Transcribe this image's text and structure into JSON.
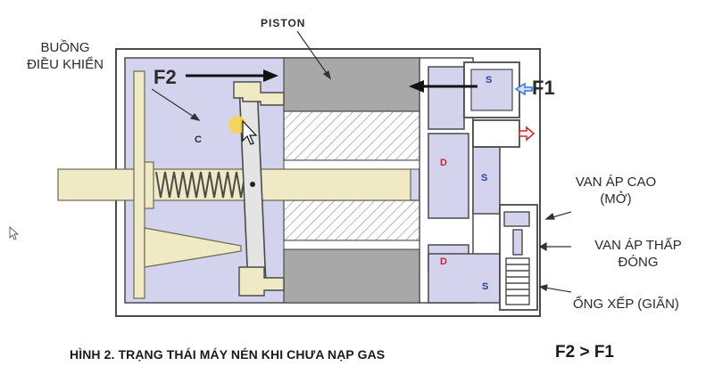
{
  "labels": {
    "piston": "PISTON",
    "buong_line1": "BUỒNG",
    "buong_line2": "ĐIỀU KHIỂN",
    "f2": "F2",
    "f1": "F1",
    "c": "C",
    "s_top": "S",
    "d_mid": "D",
    "s_mid": "S",
    "d_low": "D",
    "s_low": "S",
    "van_cao_line1": "VAN ÁP CAO",
    "van_cao_line2": "(MỞ)",
    "van_thap_line1": "VAN ÁP THẤP",
    "van_thap_line2": "ĐÓNG",
    "ong_xep": "ỐNG XẾP (GIÃN)"
  },
  "caption": "HÌNH 2. TRẠNG THÁI MÁY NÉN KHI CHƯA NẠP GAS",
  "relation": "F2 > F1",
  "colors": {
    "chamber": "#d3d3ee",
    "wall": "#ffffff",
    "outline": "#4a4a4a",
    "piston": "#a8a8a8",
    "shaft": "#efe9c6",
    "s_marker": "#2c3e9c",
    "d_marker": "#c0282d",
    "arrow_blue": "#3b78d8",
    "arrow_red": "#d62828",
    "cursor": "#f4d54c"
  }
}
